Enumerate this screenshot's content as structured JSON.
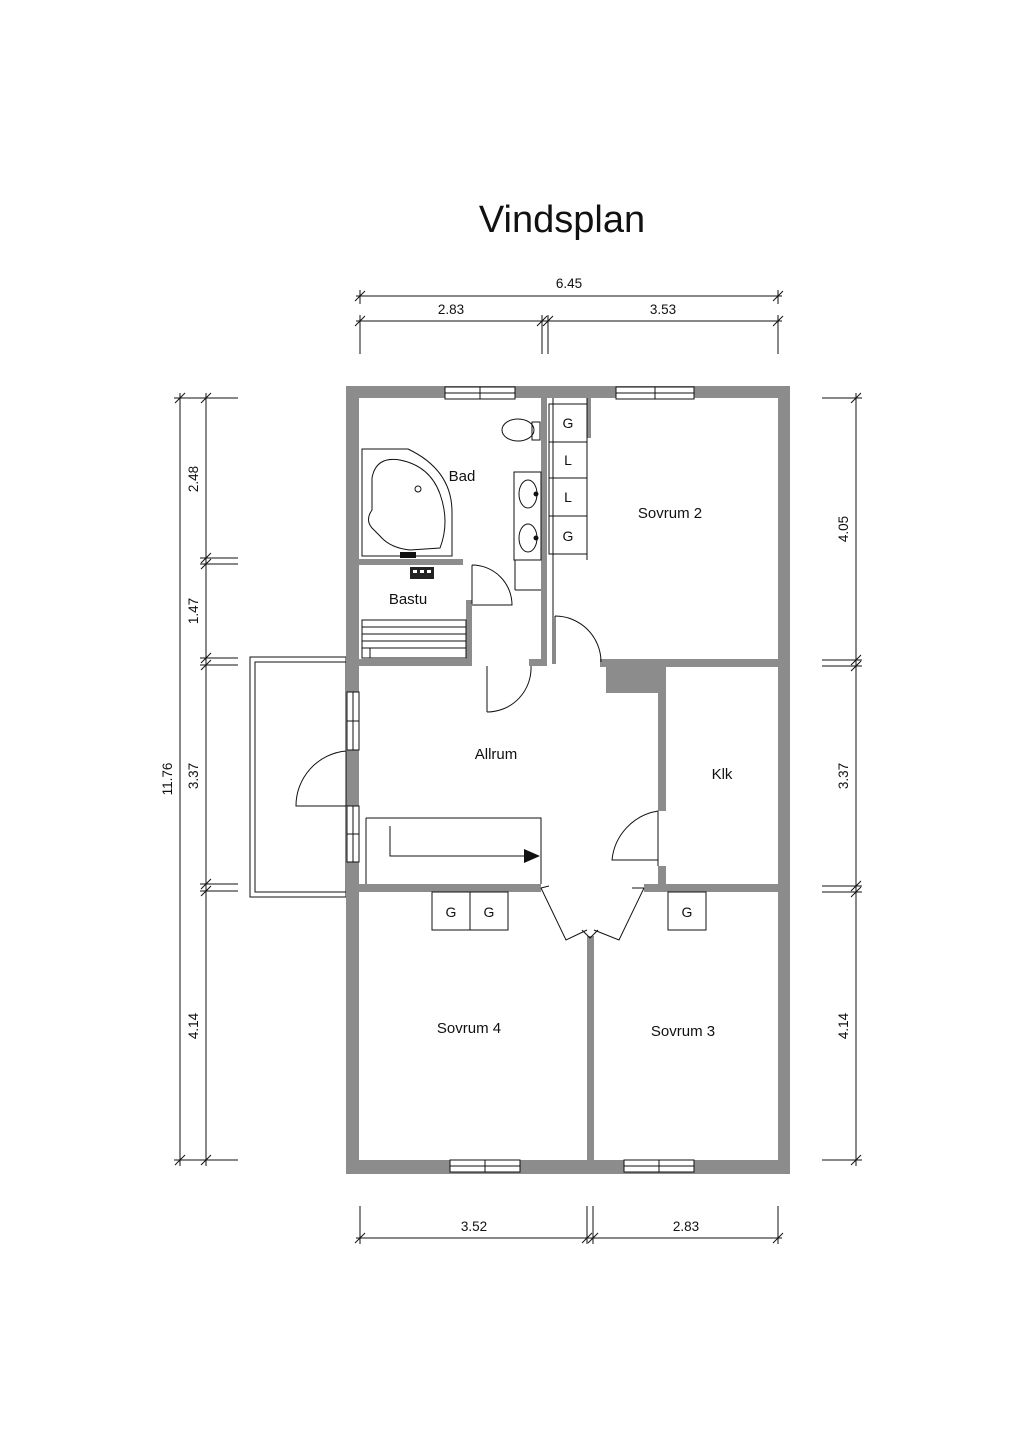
{
  "title": "Vindsplan",
  "rooms": {
    "bad": "Bad",
    "bastu": "Bastu",
    "sovrum2": "Sovrum 2",
    "allrum": "Allrum",
    "klk": "Klk",
    "sovrum4": "Sovrum 4",
    "sovrum3": "Sovrum 3"
  },
  "cabinets": {
    "bath_col": [
      "G",
      "L",
      "L",
      "G"
    ],
    "sovrum4": [
      "G",
      "G"
    ],
    "sovrum3": [
      "G"
    ]
  },
  "dimensions": {
    "top_total": "6.45",
    "top_left": "2.83",
    "top_right": "3.53",
    "bottom_left": "3.52",
    "bottom_right": "2.83",
    "left_total": "11.76",
    "left_1": "2.48",
    "left_2": "1.47",
    "left_3": "3.37",
    "left_4": "4.14",
    "right_1": "4.05",
    "right_2": "3.37",
    "right_3": "4.14"
  },
  "colors": {
    "wall": "#8c8c8c",
    "line": "#111111",
    "background": "#ffffff"
  }
}
